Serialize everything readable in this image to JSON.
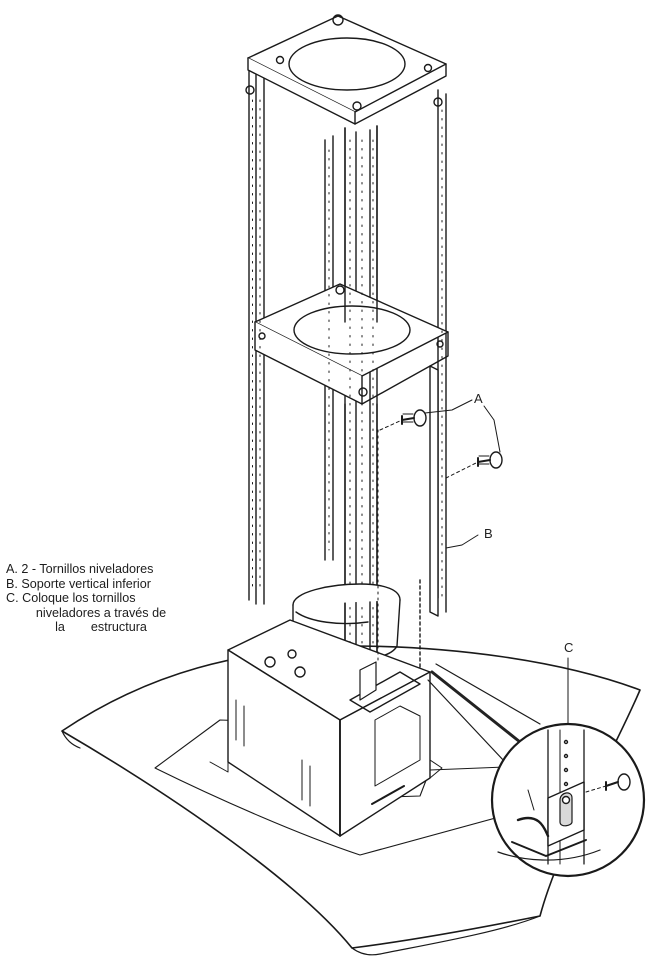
{
  "callouts": {
    "a": "A",
    "b": "B",
    "c": "C"
  },
  "legend": {
    "a": "A.  2 - Tornillos niveladores",
    "b": "B.  Soporte vertical inferior",
    "c_line1": "C.  Coloque los tornillos",
    "c_line2": "niveladores a través de",
    "c_line3_left": "la",
    "c_line3_right": "estructura"
  },
  "colors": {
    "line": "#1a1a1a",
    "fill": "#ffffff",
    "shade": "#d9d9d9",
    "dark": "#222222"
  }
}
